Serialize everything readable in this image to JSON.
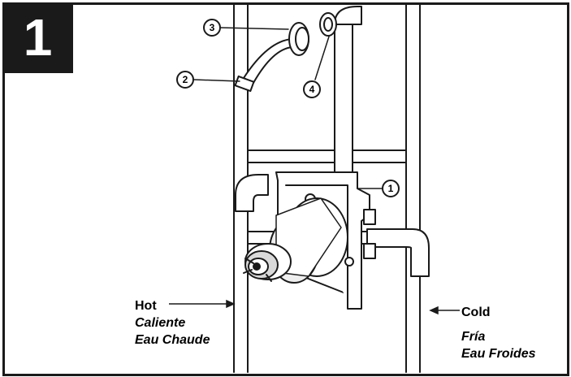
{
  "step": "1",
  "callouts": [
    "1",
    "2",
    "3",
    "4"
  ],
  "labels": {
    "hot": [
      "Hot",
      "Caliente",
      "Eau Chaude"
    ],
    "cold": [
      "Cold",
      "Fría",
      "Eau Froides"
    ]
  },
  "colors": {
    "ink": "#1a1a1a",
    "pipe_fill": "#ffffff",
    "shade": "#d9d9d9"
  }
}
